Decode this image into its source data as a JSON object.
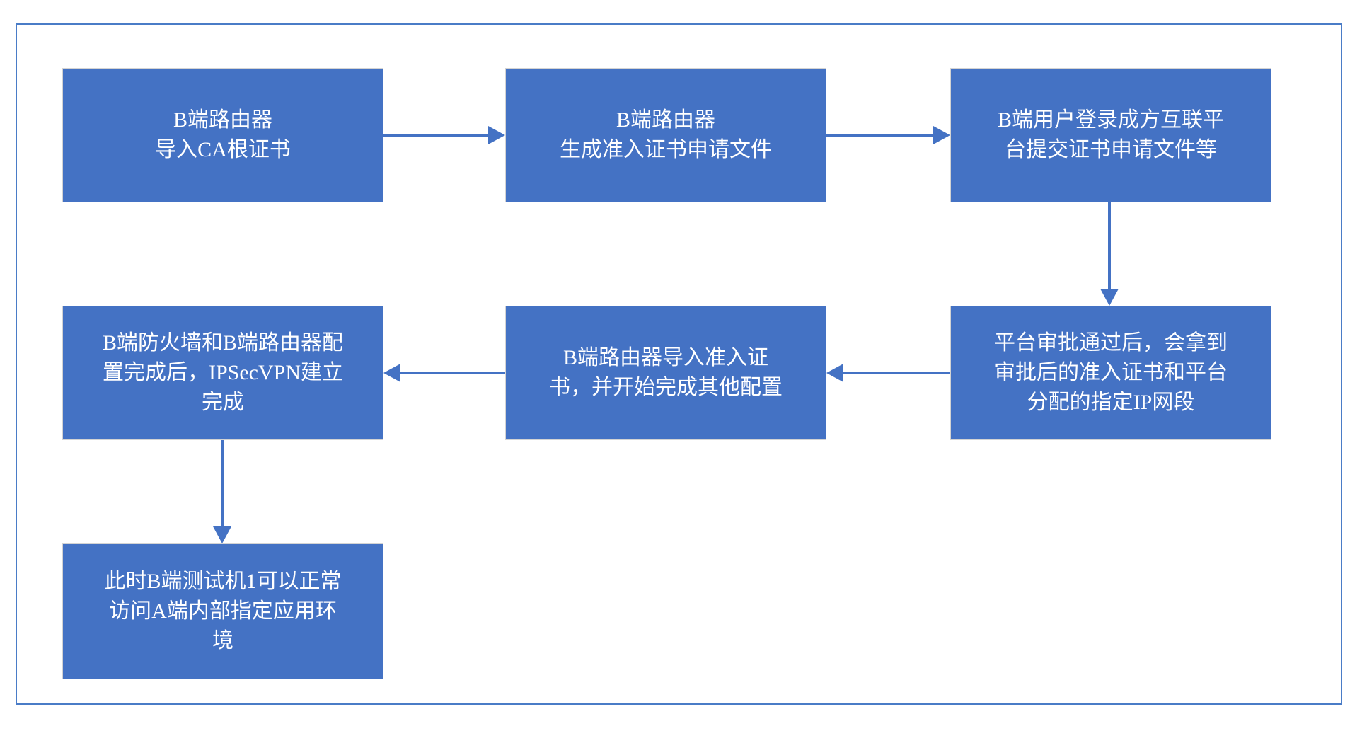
{
  "colors": {
    "box-fill": "#4472C4",
    "box-border": "#D3D3D3",
    "arrow": "#4472C4",
    "frame-border": "#4A7CC7",
    "text": "#FFFFFF",
    "page-bg": "#FFFFFF"
  },
  "flowchart": {
    "box1": "B端路由器\n导入CA根证书",
    "box2": "B端路由器\n生成准入证书申请文件",
    "box3": "B端用户登录成方互联平\n台提交证书申请文件等",
    "box4": "平台审批通过后，会拿到\n审批后的准入证书和平台\n分配的指定IP网段",
    "box5": "B端路由器导入准入证\n书，并开始完成其他配置",
    "box6": "B端防火墙和B端路由器配\n置完成后，IPSecVPN建立\n完成",
    "box7": "此时B端测试机1可以正常\n访问A端内部指定应用环\n境"
  }
}
